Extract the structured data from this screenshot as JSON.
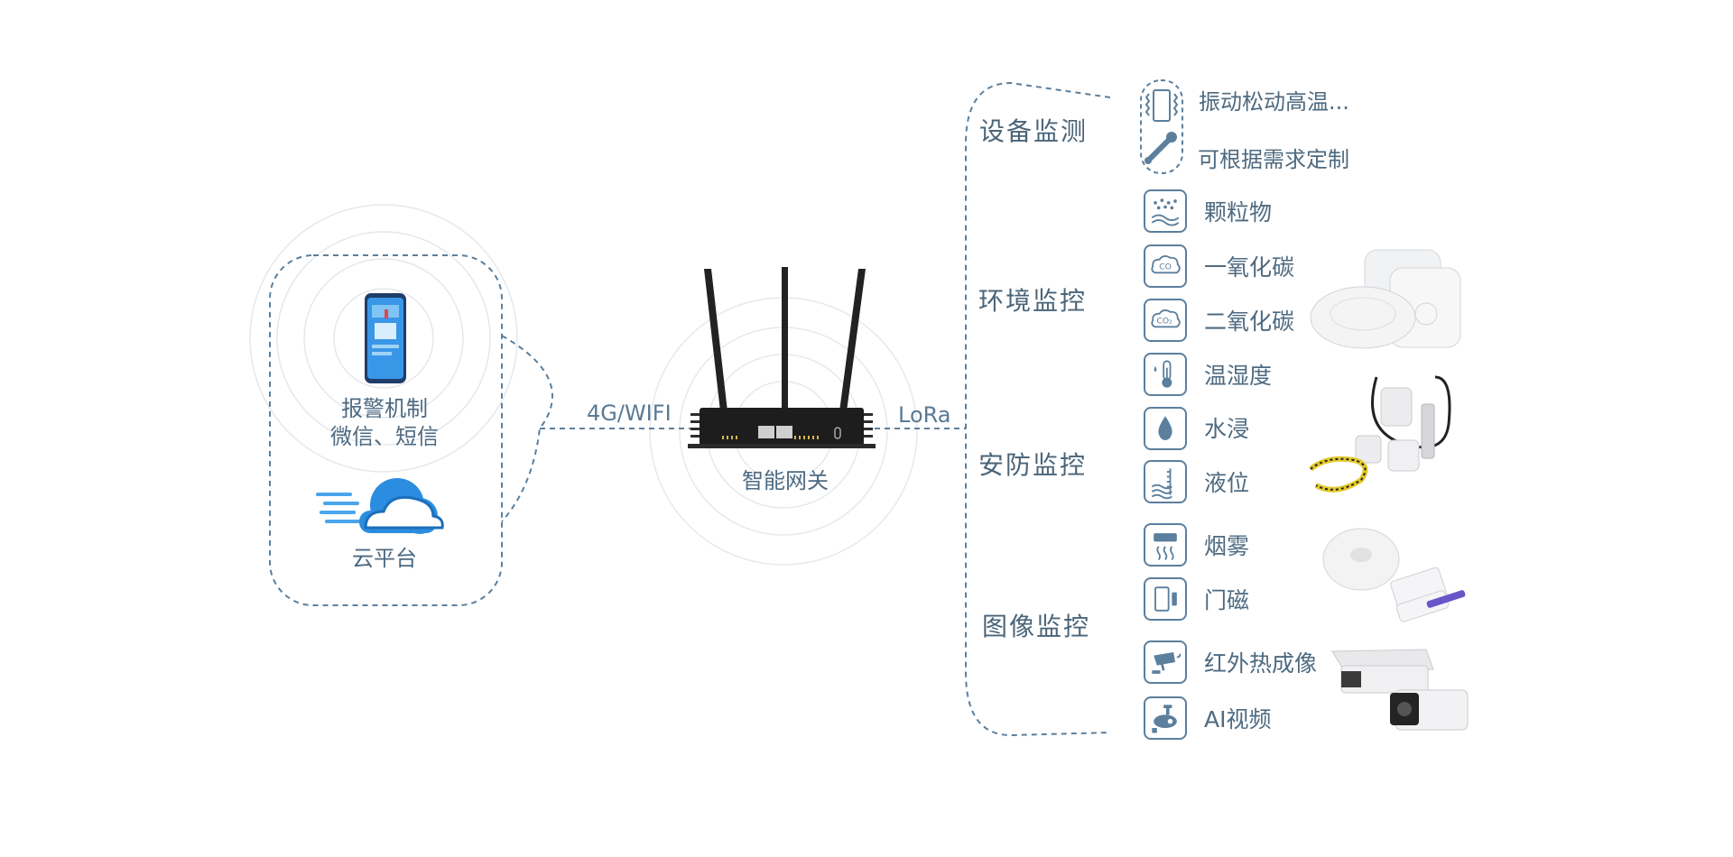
{
  "left": {
    "alarm_title": "报警机制",
    "alarm_subtitle": "微信、短信",
    "cloud_label": "云平台",
    "phone_icon": "smartphone-icon",
    "cloud_icon": "cloud-icon"
  },
  "connections": {
    "uplink": "4G/WIFI",
    "downlink": "LoRa"
  },
  "gateway": {
    "label": "智能网关",
    "icon": "router-icon"
  },
  "categories": [
    {
      "name": "设备监测"
    },
    {
      "name": "环境监控"
    },
    {
      "name": "安防监控"
    },
    {
      "name": "图像监控"
    }
  ],
  "items": {
    "vibration": "振动松动高温...",
    "custom": "可根据需求定制",
    "particulate": "颗粒物",
    "co": "一氧化碳",
    "co2": "二氧化碳",
    "temp_humidity": "温湿度",
    "water_leak": "水浸",
    "liquid_level": "液位",
    "smoke": "烟雾",
    "door_magnet": "门磁",
    "infrared": "红外热成像",
    "ai_video": "AI视频"
  },
  "colors": {
    "line": "#5b7f9d",
    "text": "#4d6a82",
    "accent_blue": "#2f8fe0"
  }
}
